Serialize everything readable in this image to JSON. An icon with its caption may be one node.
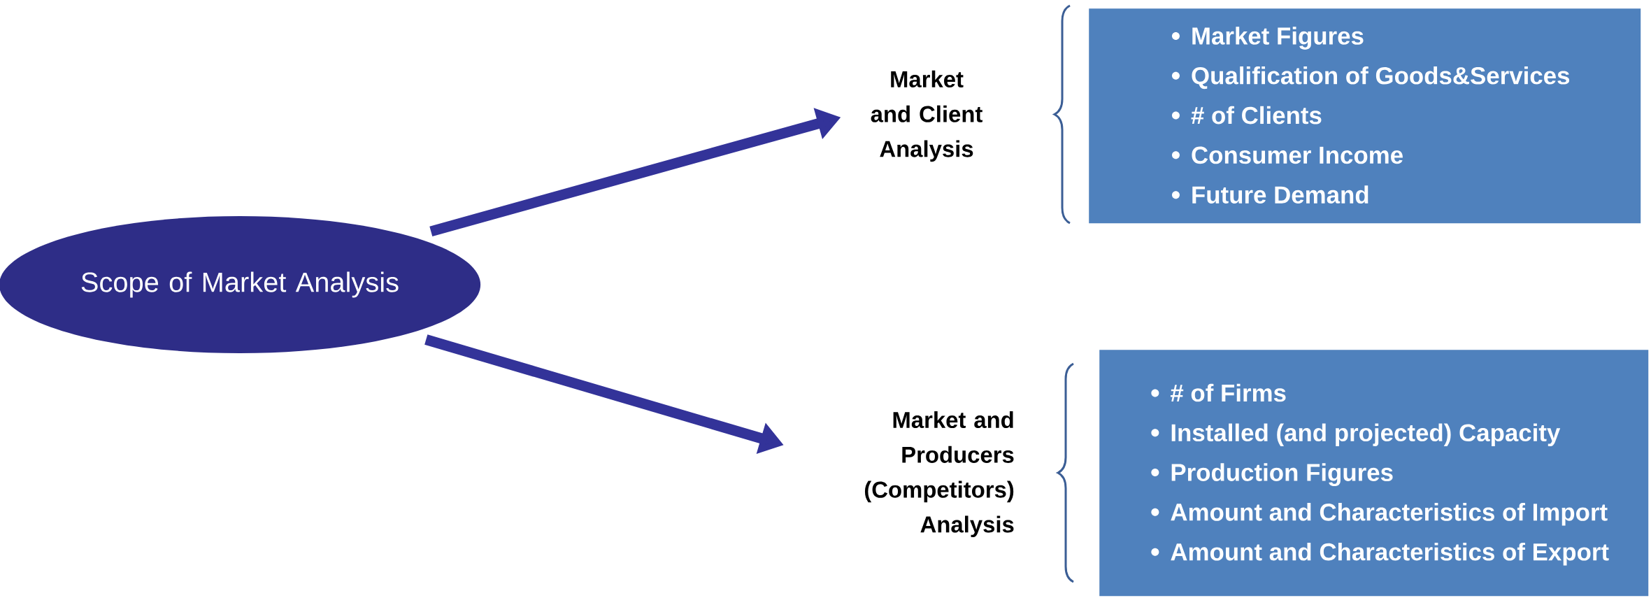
{
  "diagram": {
    "nodes": [
      {
        "text": [
          "Scope of Market Analysis"
        ]
      },
      {
        "text": [
          "Market and Client Analysis"
        ]
      },
      {
        "text": [
          "Market Figures",
          "Qualification of Goods&Services",
          "# of Clients",
          "Consumer Income",
          "Future Demand"
        ]
      },
      {
        "text": [
          "Market and Producers (Competitors) Analysis"
        ]
      },
      {
        "text": [
          "# of Firms",
          "Installed (and projected) Capacity",
          "Production Figures",
          "Amount and Characteristics of Import",
          "Amount and Characteristics of Export"
        ]
      }
    ],
    "edges": [
      {
        "from": 0,
        "to": 1,
        "arrow": "to"
      },
      {
        "from": 0,
        "to": 3,
        "arrow": "to"
      }
    ]
  }
}
